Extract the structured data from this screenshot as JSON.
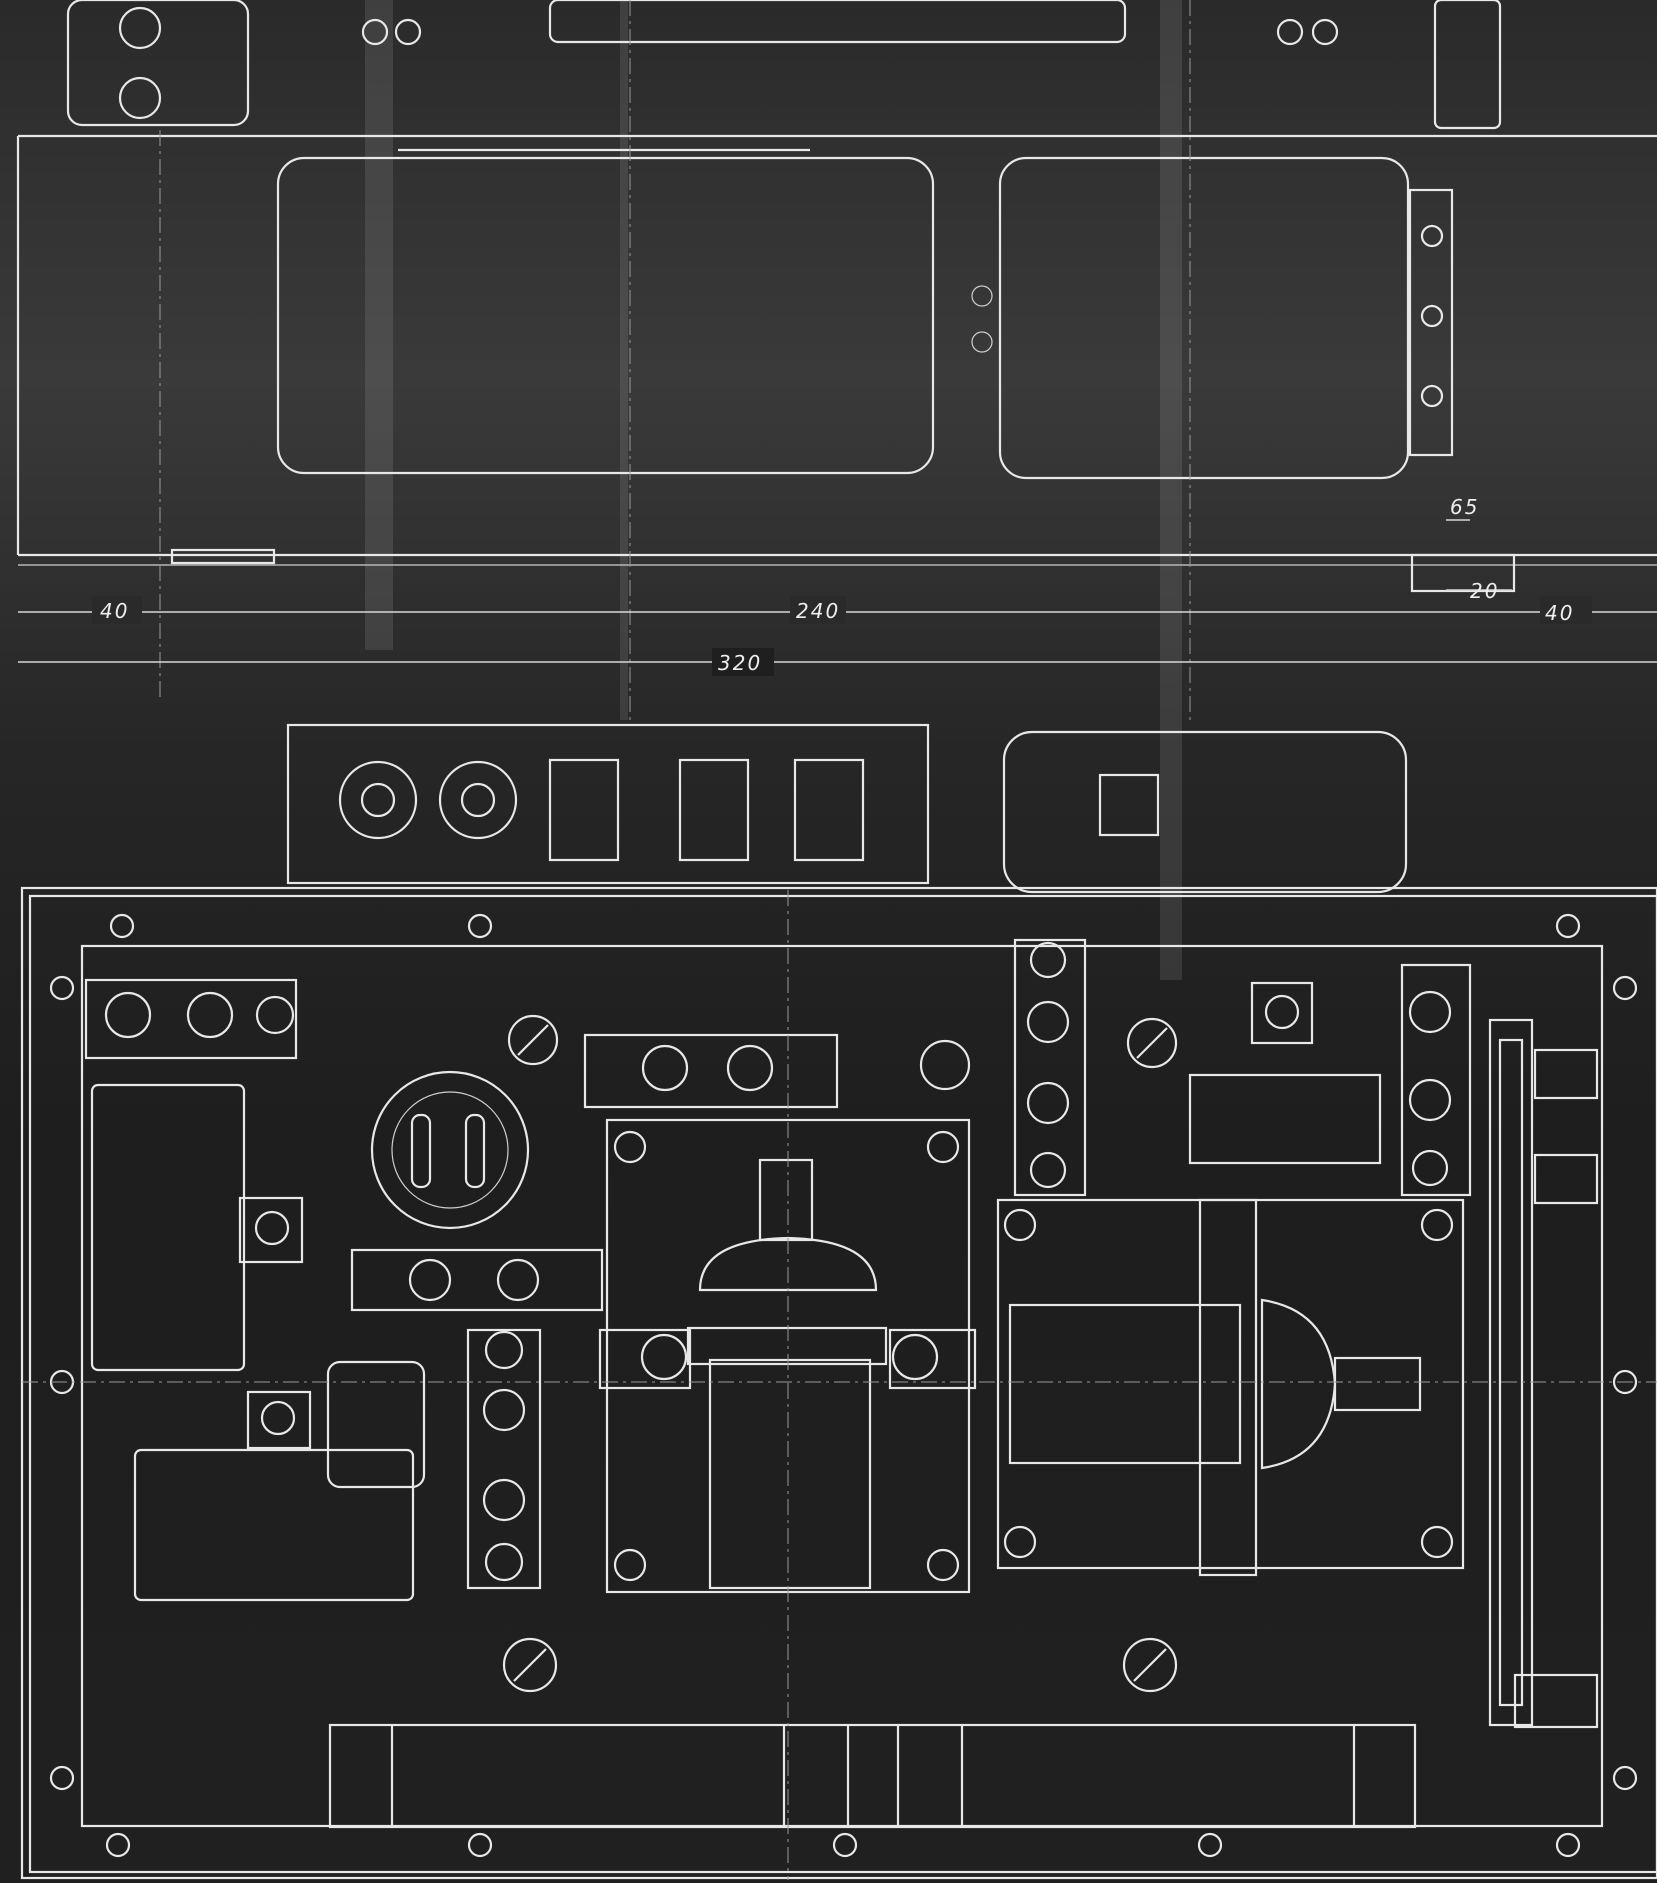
{
  "dimensions": {
    "left_margin": "40",
    "middle_span": "240",
    "right_margin": "40",
    "overall_width": "320",
    "small_offset": "65",
    "small_width": "20"
  },
  "colors": {
    "background": "#222222",
    "line": "#e8e8e8",
    "centerline": "#9a9a9a"
  }
}
